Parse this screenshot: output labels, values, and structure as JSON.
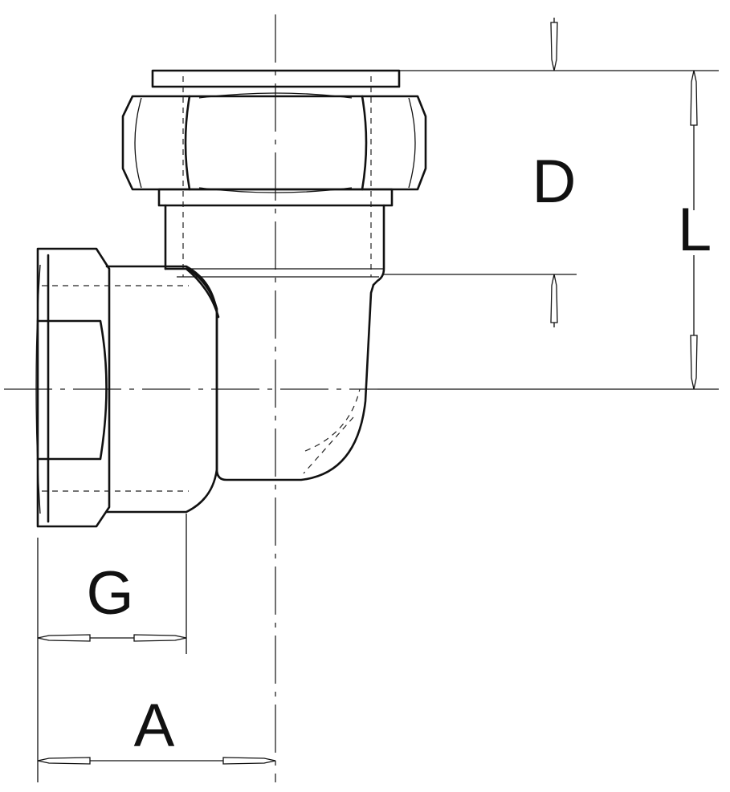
{
  "labels": {
    "D": "D",
    "L": "L",
    "G": "G",
    "A": "A"
  },
  "colors": {
    "line": "#111111",
    "background": "#ffffff"
  }
}
